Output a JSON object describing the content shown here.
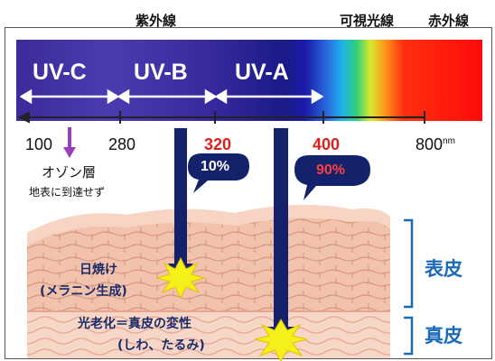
{
  "spectrum": {
    "uv_label": "紫外線",
    "visible_label": "可視光線",
    "ir_label": "赤外線",
    "bands": [
      "UV-C",
      "UV-B",
      "UV-A"
    ]
  },
  "ticks": [
    "100",
    "280",
    "320",
    "400",
    "800"
  ],
  "unit": "nm",
  "ozone": {
    "label": "オゾン層",
    "note": "地表に到達せず"
  },
  "penetration": {
    "uvb": "10%",
    "uva": "90%"
  },
  "effects": {
    "sunburn": "日焼け",
    "sunburn_detail": "(メラニン生成)",
    "aging": "光老化＝真皮の変性",
    "aging_detail": "(しわ、たるみ)"
  },
  "layers": {
    "epidermis": "表皮",
    "dermis": "真皮"
  },
  "colors": {
    "arrow": "#13226b",
    "highlight_red": "#e0201c",
    "layer_blue": "#1a6ab8",
    "starburst": "#f5ef1a"
  }
}
